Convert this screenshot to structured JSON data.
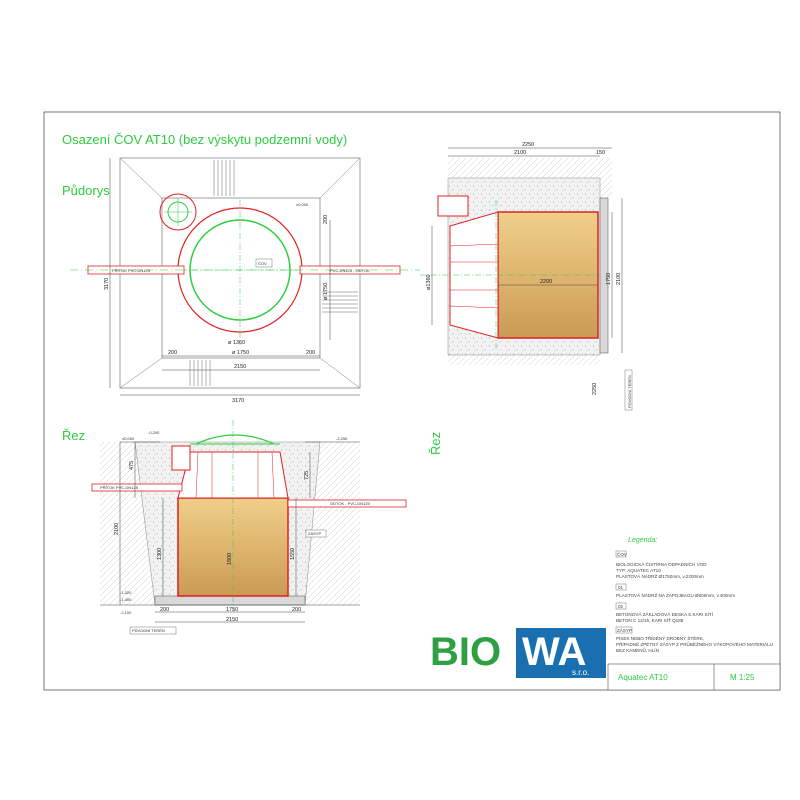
{
  "titles": {
    "main": "Osazení ČOV AT10 (bez výskytu podzemní vody)",
    "plan": "Půdorys",
    "section_bottom": "Řez",
    "section_right": "Řez"
  },
  "plan_labels": {
    "inlet": "PŘÍTOK  PVC-DN125",
    "outlet": "PVC-DN125 - ODTOK",
    "tank_tag": "ČOV",
    "marker_tag": "±0,000",
    "dims": [
      "200",
      "ø 1750",
      "200",
      "2150",
      "3170",
      "3170",
      "ø 1750",
      "ø 1360",
      "200"
    ]
  },
  "section_labels": {
    "inlet": "PŘÍTOK  PVC-DN125",
    "outlet": "ODTOK - PVC-DN125",
    "levels": [
      "±0,000",
      "-0,200",
      "-1,320",
      "-1,400",
      "-2,100",
      "-2,250"
    ],
    "dims": [
      "475",
      "725",
      "1800",
      "1300",
      "1550",
      "2100",
      "200",
      "1750",
      "200",
      "2150"
    ],
    "ground": "PŮVODNÍ TERÉN",
    "concrete": "ZÁSYP"
  },
  "right_section_labels": {
    "dims_top": [
      "2250",
      "2100",
      "150"
    ],
    "dims_mid": [
      "2200"
    ],
    "dims_side": [
      "ø1360",
      "1750",
      "2100",
      "2250"
    ],
    "ground": "PŮVODNÍ TERÉN"
  },
  "legend": {
    "title": "Legenda:",
    "items": [
      {
        "tag": "ČOV",
        "lines": [
          "BIOLOGICKÁ ČISTÍRNA ODPADNÍCH VOD",
          "TYP: AQUATEC AT10",
          "PLASTOVÁ NÁDRŽ  Ø1750mm, v.2200mm"
        ]
      },
      {
        "tag": "01",
        "lines": [
          "PLASTOVÁ NÁDRŽ NA ZAPOJBAGU Ø600mm, v.400mm"
        ]
      },
      {
        "tag": "02",
        "lines": [
          "BETONOVÁ ZÁKLADOVÁ DESKA S KARI SÍTÍ",
          "BETON C 12/15, KARI SÍŤ Q188"
        ]
      },
      {
        "tag": "ZÁSYP",
        "lines": [
          "PÍSEK NEBO TŘÍDĚNÝ DROBNÝ ŠTĚRK,",
          "PŘÍPADNĚ ZPĚTNÝ ZÁSYP Z PRŮBĚŽNÉHO VÝKOPOVÉHO MATERIÁLU",
          "BEZ KAMENŮ, HLÍN"
        ]
      }
    ]
  },
  "logo": {
    "text_left": "BIO",
    "text_right": "WA",
    "sub": "s.r.o."
  },
  "title_block": {
    "product": "Aquatec AT10",
    "scale": "M 1:25"
  },
  "colors": {
    "accent_green": "#2ecc40",
    "tank_red": "#e02020",
    "tank_fill": "#e0b870",
    "logo_blue": "#1a6fb0",
    "logo_green": "#2ea043"
  }
}
